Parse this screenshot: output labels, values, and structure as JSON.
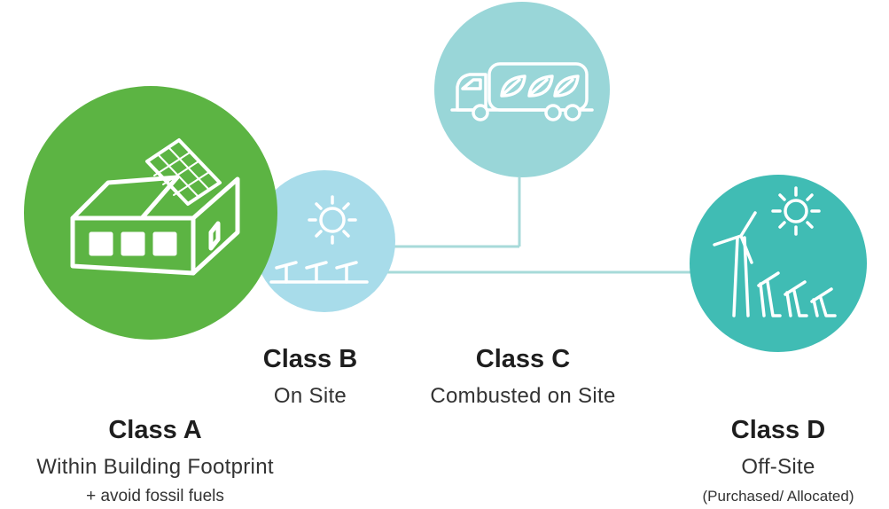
{
  "colors": {
    "class_a": "#5cb443",
    "class_b": "#a8dcea",
    "class_c": "#99d6d8",
    "class_d": "#40bcb4",
    "connector": "#a7dad9",
    "icon_stroke": "#ffffff"
  },
  "classes": [
    {
      "id": "a",
      "title": "Class A",
      "subtitle": "Within Building Footprint",
      "note": "+ avoid fossil fuels",
      "icon": "building-with-solar-panel-icon"
    },
    {
      "id": "b",
      "title": "Class B",
      "subtitle": "On Site",
      "icon": "sun-and-solar-array-icon"
    },
    {
      "id": "c",
      "title": "Class C",
      "subtitle": "Combusted on Site",
      "icon": "biofuel-truck-icon"
    },
    {
      "id": "d",
      "title": "Class D",
      "subtitle": "Off-Site",
      "note": "(Purchased/ Allocated)",
      "icon": "wind-turbine-and-solar-icon"
    }
  ]
}
